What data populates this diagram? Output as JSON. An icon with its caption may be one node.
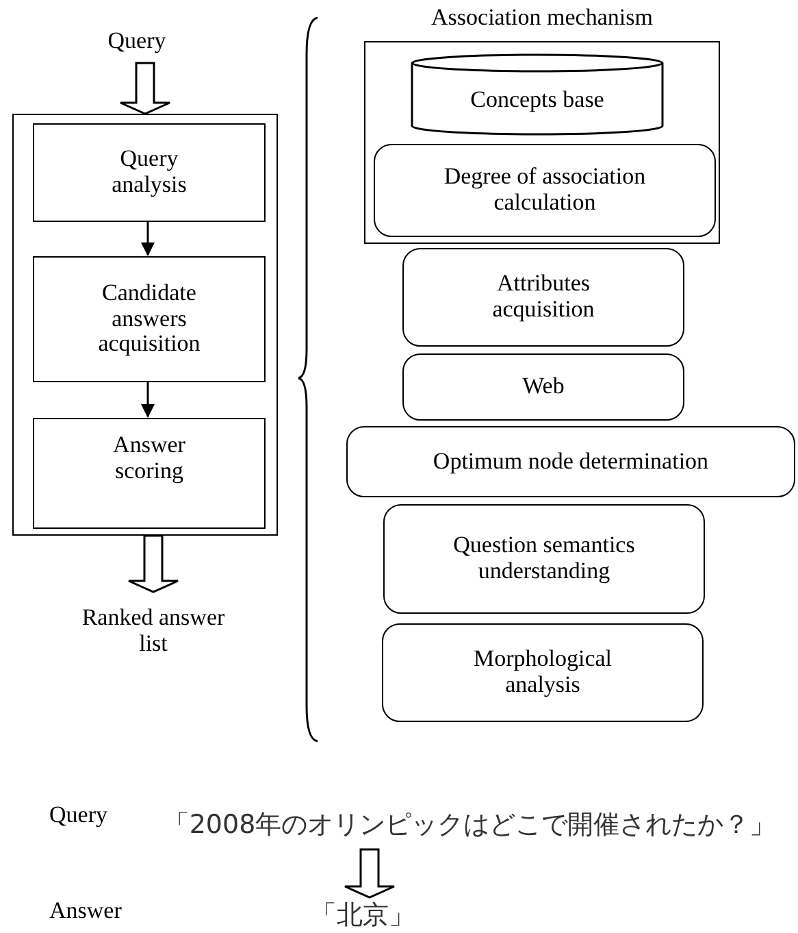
{
  "diagram": {
    "nodes": [
      {
        "text": [
          "Query"
        ]
      },
      {
        "text": [],
        "shape": "box"
      },
      {
        "text": [
          "Query analysis"
        ],
        "in": 1
      },
      {
        "text": [
          "Candidate answers acquisition"
        ],
        "in": 1
      },
      {
        "text": [
          "Answer scoring"
        ],
        "in": 1
      },
      {
        "text": [
          "Ranked answer list"
        ]
      },
      {
        "text": [
          "Association mechanism"
        ]
      },
      {
        "text": [
          "Concepts base"
        ],
        "in": 6
      },
      {
        "text": [
          "Degree of association calculation"
        ],
        "in": 6
      },
      {
        "text": [
          "Attributes acquisition"
        ]
      },
      {
        "text": [
          "Web"
        ]
      },
      {
        "text": [
          "Optimum node determination"
        ]
      },
      {
        "text": [
          "Question semantics understanding"
        ]
      },
      {
        "text": [
          "Morphological analysis"
        ]
      },
      {
        "text": [
          "「2008年のオリンピックはどこで開催されたか？」"
        ]
      },
      {
        "text": [
          "「北京」"
        ]
      }
    ],
    "edges": [
      {
        "from": 0,
        "to": 1,
        "arrow": "to"
      },
      {
        "from": 2,
        "to": 3,
        "arrow": "to"
      },
      {
        "from": 3,
        "to": 4,
        "arrow": "to"
      },
      {
        "from": 1,
        "to": 5,
        "arrow": "to"
      },
      {
        "from": 14,
        "to": 15,
        "arrow": "to"
      }
    ],
    "labels": [
      "Query",
      "Answer"
    ]
  }
}
